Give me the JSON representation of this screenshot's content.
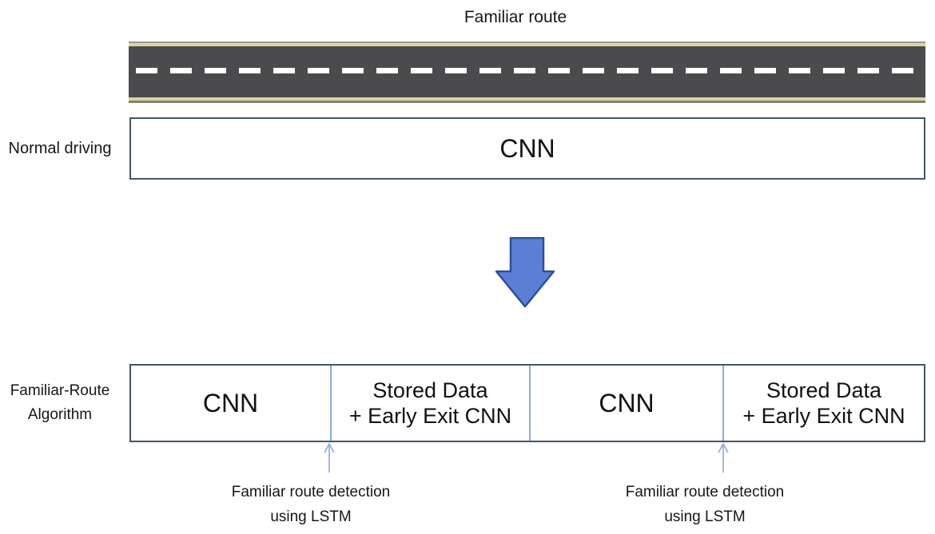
{
  "title": "Familiar route",
  "top_row": {
    "side_label": "Normal driving",
    "box_label": "CNN"
  },
  "bottom_row": {
    "side_label_line1": "Familiar-Route",
    "side_label_line2": "Algorithm",
    "cells": [
      {
        "type": "cnn",
        "label": "CNN"
      },
      {
        "type": "stored",
        "line1": "Stored Data",
        "line2": "+ Early Exit CNN"
      },
      {
        "type": "cnn",
        "label": "CNN"
      },
      {
        "type": "stored",
        "line1": "Stored Data",
        "line2": "+ Early Exit CNN"
      }
    ],
    "annotations": [
      {
        "line1": "Familiar route detection",
        "line2": "using LSTM"
      },
      {
        "line1": "Familiar route detection",
        "line2": "using LSTM"
      }
    ]
  },
  "colors": {
    "box_border": "#44546a",
    "cell_divider": "#8ea9db",
    "big_arrow_fill": "#5c7fd6",
    "big_arrow_stroke": "#2e4e9d",
    "small_arrow": "#8ea9db",
    "road_asphalt": "#4b4b4d",
    "road_edge_line": "#d9d6a0",
    "road_center_dash": "#ffffff"
  }
}
